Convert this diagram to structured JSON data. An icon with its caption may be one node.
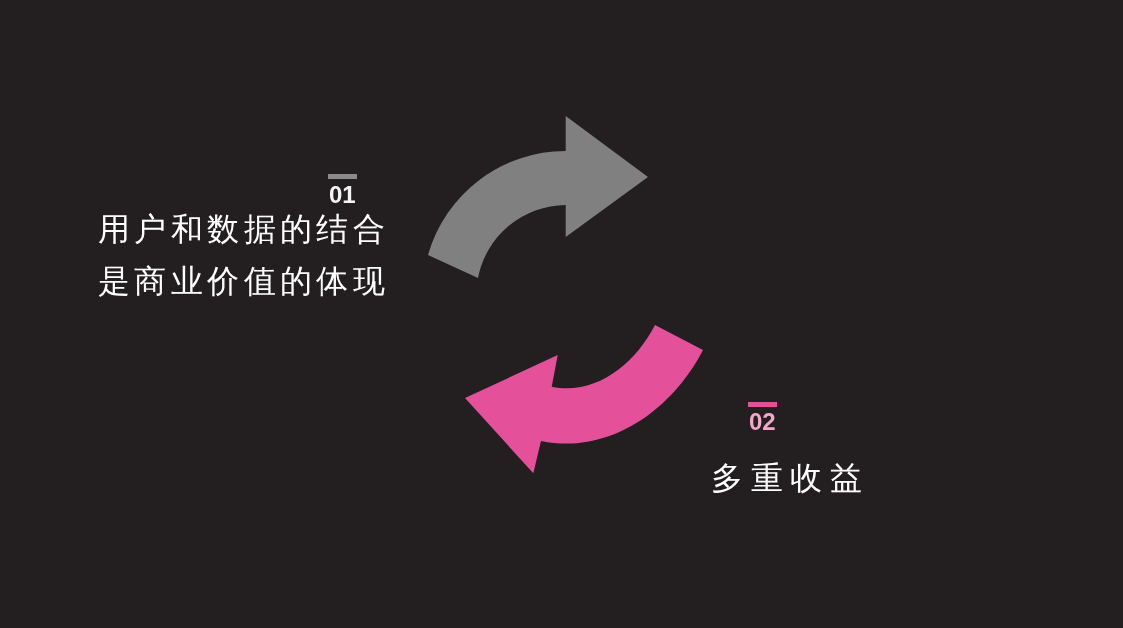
{
  "diagram": {
    "nodes": [
      {
        "text": [
          "01",
          "用户和数据的结合是商业价值的体现"
        ]
      },
      {
        "text": [
          "02",
          "多重收益"
        ]
      }
    ]
  }
}
